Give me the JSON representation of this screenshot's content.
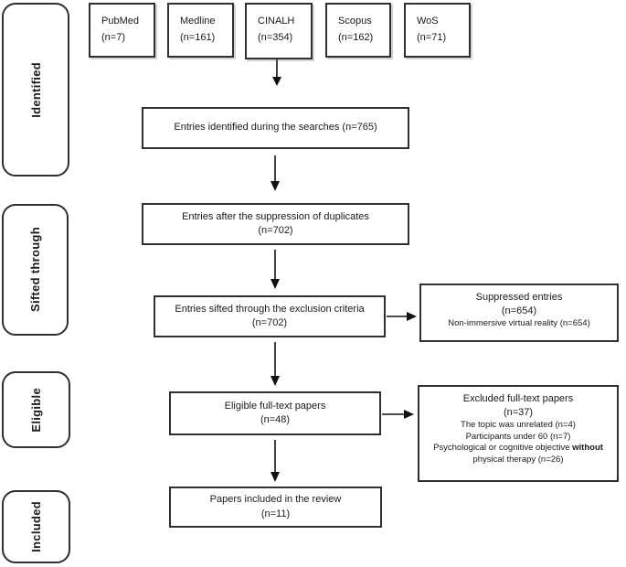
{
  "figure": {
    "type": "prisma-flow-diagram",
    "colors": {
      "background": "#ffffff",
      "box_border": "#2f2f2f",
      "text": "#1a1a1a",
      "arrow": "#111111"
    }
  },
  "stages": [
    {
      "label": "Identified"
    },
    {
      "label": "Sifted through"
    },
    {
      "label": "Eligible"
    },
    {
      "label": "Included"
    }
  ],
  "databases": [
    {
      "name": "PubMed",
      "count": "(n=7)"
    },
    {
      "name": "Medline",
      "count": "(n=161)"
    },
    {
      "name": "CINALH",
      "count": "(n=354)"
    },
    {
      "name": "Scopus",
      "count": "(n=162)"
    },
    {
      "name": "WoS",
      "count": "(n=71)"
    }
  ],
  "flow_boxes": {
    "identified": {
      "line1": "Entries identified during the searches (n=765)"
    },
    "duplicates": {
      "line1": "Entries after the suppression of duplicates",
      "line2": "(n=702)"
    },
    "sifted": {
      "line1": "Entries sifted through the exclusion criteria",
      "line2": "(n=702)"
    },
    "eligible": {
      "line1": "Eligible full-text papers",
      "line2": "(n=48)"
    },
    "included": {
      "line1": "Papers included in the review",
      "line2": "(n=11)"
    }
  },
  "side_boxes": {
    "suppressed": {
      "title": "Suppressed entries",
      "count": "(n=654)",
      "reason1": "Non-immersive virtual reality (n=654)"
    },
    "excluded": {
      "title": "Excluded full-text papers",
      "count": "(n=37)",
      "reason1": "The topic was unrelated (n=4)",
      "reason2": "Participants under 60 (n=7)",
      "reason3_prefix": "Psychological or cognitive objective ",
      "reason3_bold": "without",
      "reason3_suffix": " physical therapy (n=26)"
    }
  }
}
